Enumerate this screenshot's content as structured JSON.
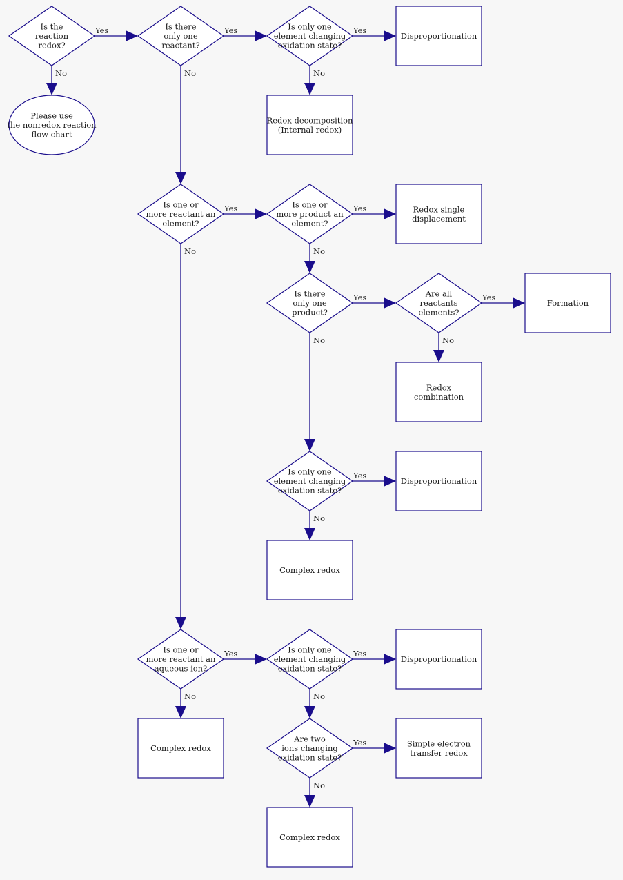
{
  "colors": {
    "background": "#f7f7f7",
    "stroke": "#1a0d8c",
    "node_fill": "#ffffff",
    "text": "#1a1a1a"
  },
  "nodes": {
    "q_redox": {
      "shape": "diamond",
      "lines": [
        "Is the",
        "reaction",
        "redox?"
      ]
    },
    "nonredox": {
      "shape": "ellipse",
      "lines": [
        "Please use",
        "the nonredox reaction",
        "flow chart"
      ]
    },
    "q_one_reactant": {
      "shape": "diamond",
      "lines": [
        "Is there",
        "only one",
        "reactant?"
      ]
    },
    "q_one_element_1": {
      "shape": "diamond",
      "lines": [
        "Is only one",
        "element changing",
        "oxidation state?"
      ]
    },
    "r_disprop_1": {
      "shape": "box",
      "lines": [
        "Disproportionation"
      ]
    },
    "r_redox_decomp": {
      "shape": "box",
      "lines": [
        "Redox decomposition",
        "(Internal redox)"
      ]
    },
    "q_reactant_element": {
      "shape": "diamond",
      "lines": [
        "Is one or",
        "more reactant an",
        "element?"
      ]
    },
    "q_product_element": {
      "shape": "diamond",
      "lines": [
        "Is one or",
        "more product an",
        "element?"
      ]
    },
    "r_single_disp": {
      "shape": "box",
      "lines": [
        "Redox single",
        "displacement"
      ]
    },
    "q_one_product": {
      "shape": "diamond",
      "lines": [
        "Is there",
        "only one",
        "product?"
      ]
    },
    "q_all_elements": {
      "shape": "diamond",
      "lines": [
        "Are all",
        "reactants",
        "elements?"
      ]
    },
    "r_formation": {
      "shape": "box",
      "lines": [
        "Formation"
      ]
    },
    "r_combination": {
      "shape": "box",
      "lines": [
        "Redox",
        "combination"
      ]
    },
    "q_one_element_2": {
      "shape": "diamond",
      "lines": [
        "Is only one",
        "element changing",
        "oxidation state?"
      ]
    },
    "r_disprop_2": {
      "shape": "box",
      "lines": [
        "Disproportionation"
      ]
    },
    "r_complex_1": {
      "shape": "box",
      "lines": [
        "Complex redox"
      ]
    },
    "q_aqueous_ion": {
      "shape": "diamond",
      "lines": [
        "Is one or",
        "more reactant an",
        "aqueous ion?"
      ]
    },
    "r_complex_2": {
      "shape": "box",
      "lines": [
        "Complex redox"
      ]
    },
    "q_one_element_3": {
      "shape": "diamond",
      "lines": [
        "Is only one",
        "element changing",
        "oxidation state?"
      ]
    },
    "r_disprop_3": {
      "shape": "box",
      "lines": [
        "Disproportionation"
      ]
    },
    "q_two_ions": {
      "shape": "diamond",
      "lines": [
        "Are two",
        "ions changing",
        "oxidation state?"
      ]
    },
    "r_simple_transfer": {
      "shape": "box",
      "lines": [
        "Simple electron",
        "transfer redox"
      ]
    },
    "r_complex_3": {
      "shape": "box",
      "lines": [
        "Complex redox"
      ]
    }
  },
  "edges": [
    {
      "from": "q_redox",
      "to": "q_one_reactant",
      "label": "Yes"
    },
    {
      "from": "q_redox",
      "to": "nonredox",
      "label": "No"
    },
    {
      "from": "q_one_reactant",
      "to": "q_one_element_1",
      "label": "Yes"
    },
    {
      "from": "q_one_reactant",
      "to": "q_reactant_element",
      "label": "No"
    },
    {
      "from": "q_one_element_1",
      "to": "r_disprop_1",
      "label": "Yes"
    },
    {
      "from": "q_one_element_1",
      "to": "r_redox_decomp",
      "label": "No"
    },
    {
      "from": "q_reactant_element",
      "to": "q_product_element",
      "label": "Yes"
    },
    {
      "from": "q_reactant_element",
      "to": "q_aqueous_ion",
      "label": "No"
    },
    {
      "from": "q_product_element",
      "to": "r_single_disp",
      "label": "Yes"
    },
    {
      "from": "q_product_element",
      "to": "q_one_product",
      "label": "No"
    },
    {
      "from": "q_one_product",
      "to": "q_all_elements",
      "label": "Yes"
    },
    {
      "from": "q_one_product",
      "to": "q_one_element_2",
      "label": "No"
    },
    {
      "from": "q_all_elements",
      "to": "r_formation",
      "label": "Yes"
    },
    {
      "from": "q_all_elements",
      "to": "r_combination",
      "label": "No"
    },
    {
      "from": "q_one_element_2",
      "to": "r_disprop_2",
      "label": "Yes"
    },
    {
      "from": "q_one_element_2",
      "to": "r_complex_1",
      "label": "No"
    },
    {
      "from": "q_aqueous_ion",
      "to": "q_one_element_3",
      "label": "Yes"
    },
    {
      "from": "q_aqueous_ion",
      "to": "r_complex_2",
      "label": "No"
    },
    {
      "from": "q_one_element_3",
      "to": "r_disprop_3",
      "label": "Yes"
    },
    {
      "from": "q_one_element_3",
      "to": "q_two_ions",
      "label": "No"
    },
    {
      "from": "q_two_ions",
      "to": "r_simple_transfer",
      "label": "Yes"
    },
    {
      "from": "q_two_ions",
      "to": "r_complex_3",
      "label": "No"
    }
  ]
}
